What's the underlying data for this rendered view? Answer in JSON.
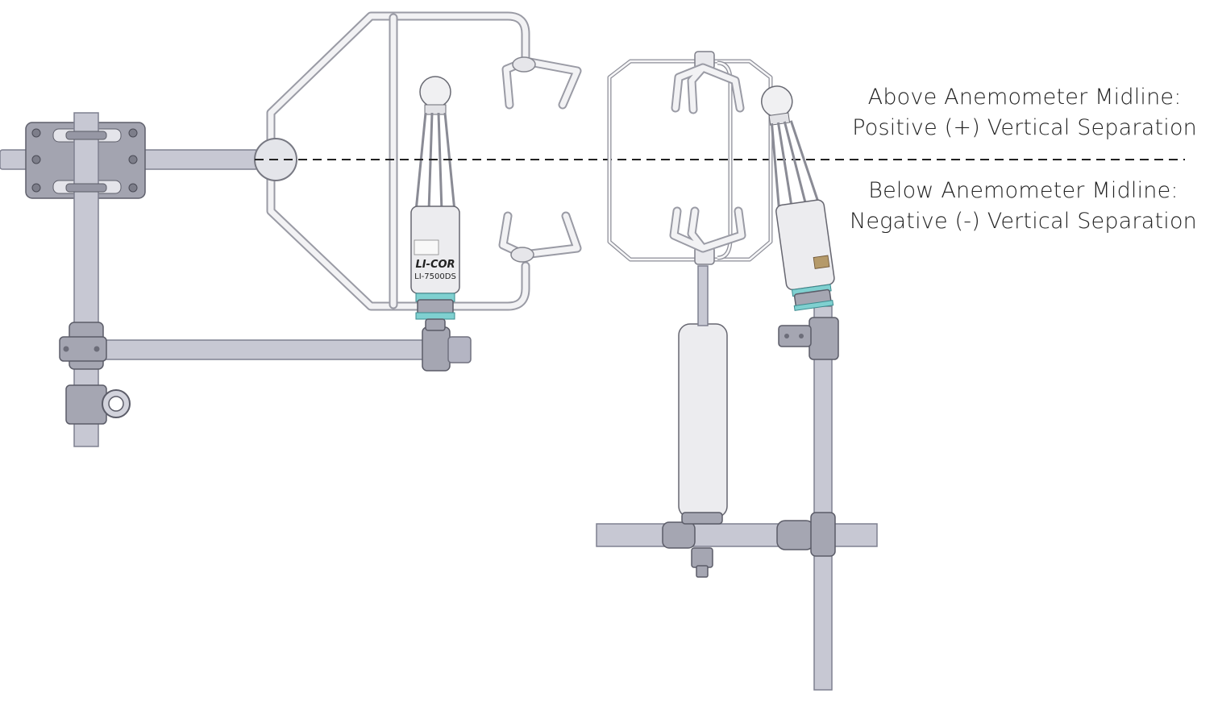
{
  "labels": {
    "above_line1": "Above Anemometer Midline:",
    "above_line2": "Positive (+) Vertical Separation",
    "below_line1": "Below Anemometer Midline:",
    "below_line2": "Negative (-) Vertical Separation"
  },
  "analyzer_label": {
    "brand": "LI-COR",
    "model": "LI-7500DS"
  },
  "colors": {
    "pipe": "#c7c8d3",
    "frame": "#f2f2f4",
    "teal_fitting": "#7fd0d0",
    "midline": "#222222"
  }
}
